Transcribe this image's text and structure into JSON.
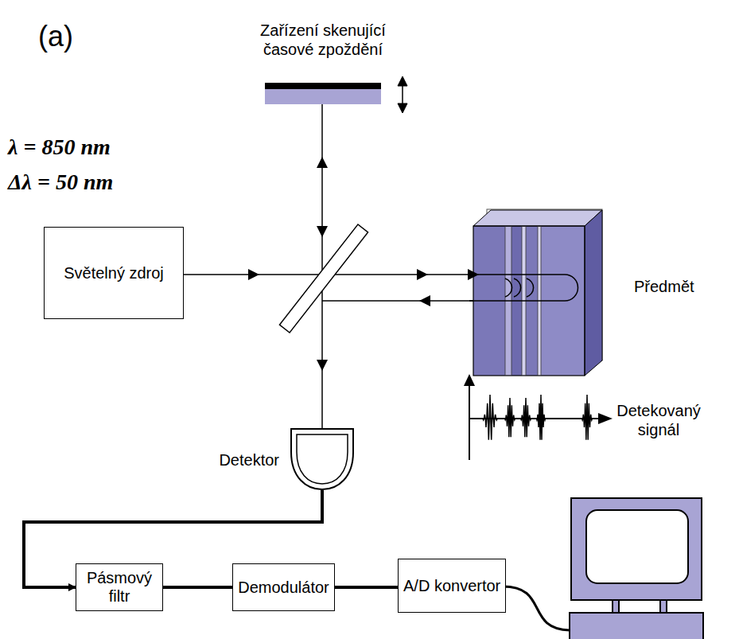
{
  "diagram": {
    "nodes": [
      {
        "text": [
          "Zařízení skenující časové zpoždění"
        ]
      },
      {
        "text": [
          "Světelný zdroj"
        ]
      },
      {
        "text": [
          "Předmět"
        ]
      },
      {
        "text": [
          "Detektor"
        ]
      },
      {
        "text": [
          "Pásmový filtr"
        ]
      },
      {
        "text": [
          "Demodulátor"
        ]
      },
      {
        "text": [
          "A/D konvertor"
        ]
      }
    ],
    "edges": [
      {
        "from": 3,
        "to": 4,
        "arrow": "to"
      },
      {
        "from": 4,
        "to": 5,
        "arrow": "none"
      },
      {
        "from": 5,
        "to": 6,
        "arrow": "none"
      }
    ],
    "labels": [
      "(a)",
      "λ = 850 nm",
      "Δλ = 50 nm",
      "Detekovaný signál"
    ]
  }
}
